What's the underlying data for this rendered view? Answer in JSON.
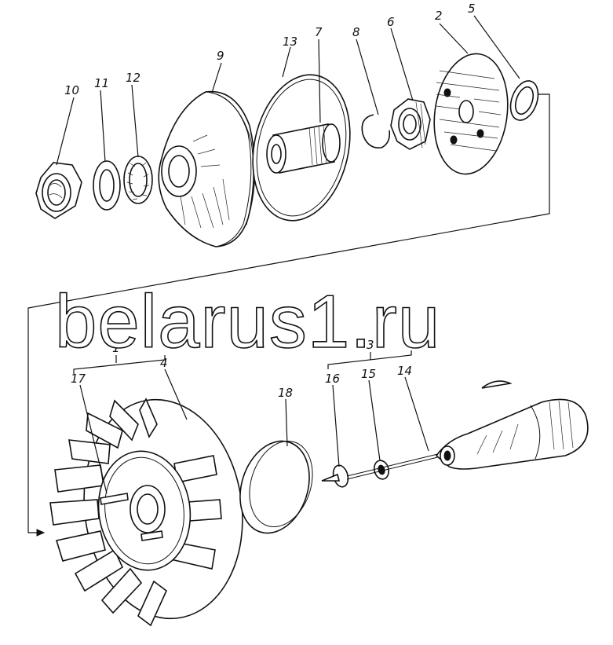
{
  "watermark": "belarus1.ru",
  "labels": {
    "l1": "1",
    "l2": "2",
    "l3": "3",
    "l4": "4",
    "l5": "5",
    "l6": "6",
    "l7": "7",
    "l8": "8",
    "l9": "9",
    "l10": "10",
    "l11": "11",
    "l12": "12",
    "l13": "13",
    "l14": "14",
    "l15": "15",
    "l16": "16",
    "l17": "17",
    "l18": "18"
  }
}
